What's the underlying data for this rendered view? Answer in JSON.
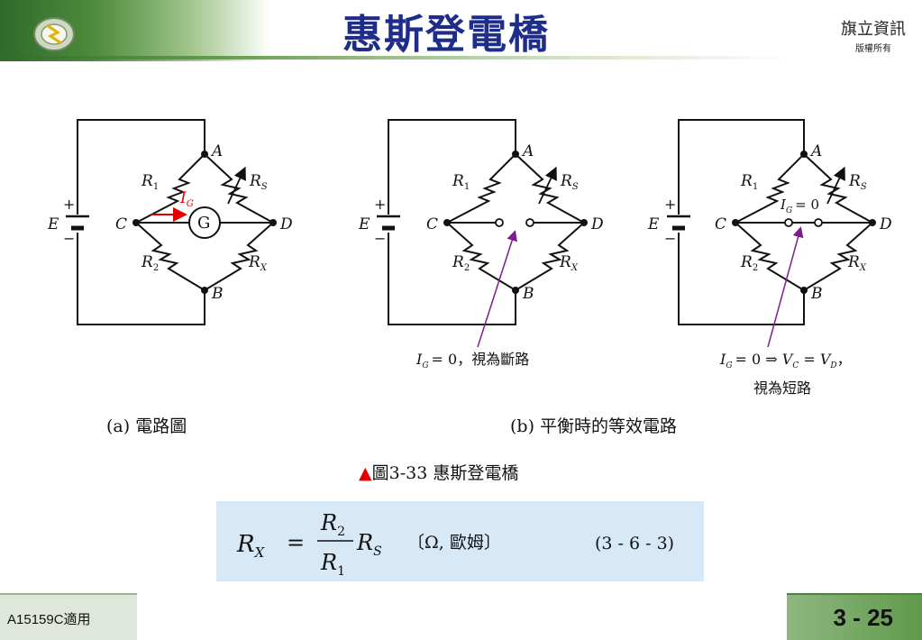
{
  "header": {
    "title": "惠斯登電橋",
    "publisher_name": "旗立資訊",
    "copyright": "版權所有"
  },
  "circuit_labels": {
    "node_A": "A",
    "node_B": "B",
    "node_C": "C",
    "node_D": "D",
    "source": "E",
    "plus": "+",
    "minus": "−",
    "r1_main": "R",
    "r1_sub": "1",
    "r2_main": "R",
    "r2_sub": "2",
    "rs_main": "R",
    "rs_sub": "S",
    "rx_main": "R",
    "rx_sub": "X",
    "galvanometer": "G",
    "ig_main": "I",
    "ig_sub": "G"
  },
  "annotations": {
    "b_eq": "= 0，視為斷路",
    "c_eq1": "= 0 ⇒ ",
    "vc_main": "V",
    "vc_sub": "C",
    "c_eq2": " = ",
    "vd_main": "V",
    "vd_sub": "D",
    "c_eq3": "，",
    "c_line2": "視為短路",
    "c_inner": "= 0"
  },
  "captions": {
    "a": "(a) 電路圖",
    "b": "(b) 平衡時的等效電路",
    "figure_marker": "▲",
    "figure": "圖3-33  惠斯登電橋"
  },
  "formula": {
    "lhs_main": "R",
    "lhs_sub": "X",
    "equals": "=",
    "num_main": "R",
    "num_sub": "2",
    "den_main": "R",
    "den_sub": "1",
    "rs_main": "R",
    "rs_sub": "S",
    "unit": "〔Ω, 歐姆〕",
    "number": "(3 - 6 - 3)"
  },
  "footer": {
    "code": "A15159C適用",
    "page": "3 - 25"
  },
  "colors": {
    "title": "#1f2d8a",
    "arrow_red": "#e00000",
    "pointer_purple": "#7a1f8a",
    "formula_bg": "#d7e8f7"
  }
}
